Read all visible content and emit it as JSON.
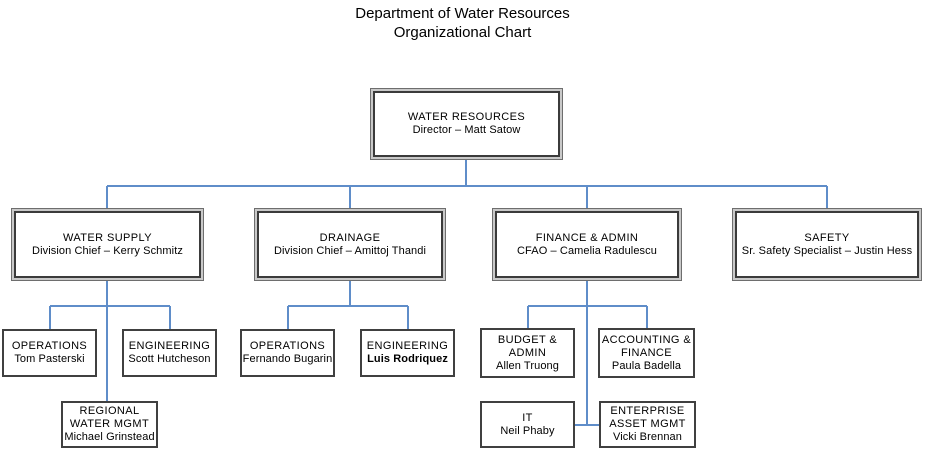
{
  "title": {
    "line1": "Department of Water Resources",
    "line2": "Organizational Chart"
  },
  "colors": {
    "connector_blue": "#5f8dc9",
    "box_border_dark": "#404040",
    "box_border_outer": "#6e6e6e",
    "background": "#ffffff"
  },
  "nodes": {
    "director": {
      "dept": "WATER RESOURCES",
      "person": "Director – Matt Satow"
    },
    "water_supply": {
      "dept": "WATER SUPPLY",
      "person": "Division Chief – Kerry Schmitz"
    },
    "drainage": {
      "dept": "DRAINAGE",
      "person": "Division Chief – Amittoj Thandi"
    },
    "finance": {
      "dept": "FINANCE & ADMIN",
      "person": "CFAO – Camelia Radulescu"
    },
    "safety": {
      "dept": "SAFETY",
      "person": "Sr. Safety Specialist – Justin Hess"
    },
    "ws_operations": {
      "dept": "OPERATIONS",
      "person": "Tom Pasterski"
    },
    "ws_engineering": {
      "dept": "ENGINEERING",
      "person": "Scott Hutcheson"
    },
    "ws_regional": {
      "dept": "REGIONAL\nWATER MGMT",
      "person": "Michael Grinstead"
    },
    "dr_operations": {
      "dept": "OPERATIONS",
      "person": "Fernando Bugarin"
    },
    "dr_engineering": {
      "dept": "ENGINEERING",
      "person": "Luis Rodriquez"
    },
    "fin_budget": {
      "dept": "BUDGET &\nADMIN",
      "person": "Allen Truong"
    },
    "fin_accounting": {
      "dept": "ACCOUNTING &\nFINANCE",
      "person": "Paula Badella"
    },
    "fin_it": {
      "dept": "IT",
      "person": "Neil Phaby"
    },
    "fin_enterprise": {
      "dept": "ENTERPRISE\nASSET MGMT",
      "person": "Vicki Brennan"
    }
  },
  "hierarchy": {
    "root": "director",
    "director_reports": [
      "water_supply",
      "drainage",
      "finance",
      "safety"
    ],
    "water_supply_reports": [
      "ws_operations",
      "ws_engineering",
      "ws_regional"
    ],
    "drainage_reports": [
      "dr_operations",
      "dr_engineering"
    ],
    "finance_reports": [
      "fin_budget",
      "fin_accounting",
      "fin_it",
      "fin_enterprise"
    ],
    "safety_reports": []
  }
}
